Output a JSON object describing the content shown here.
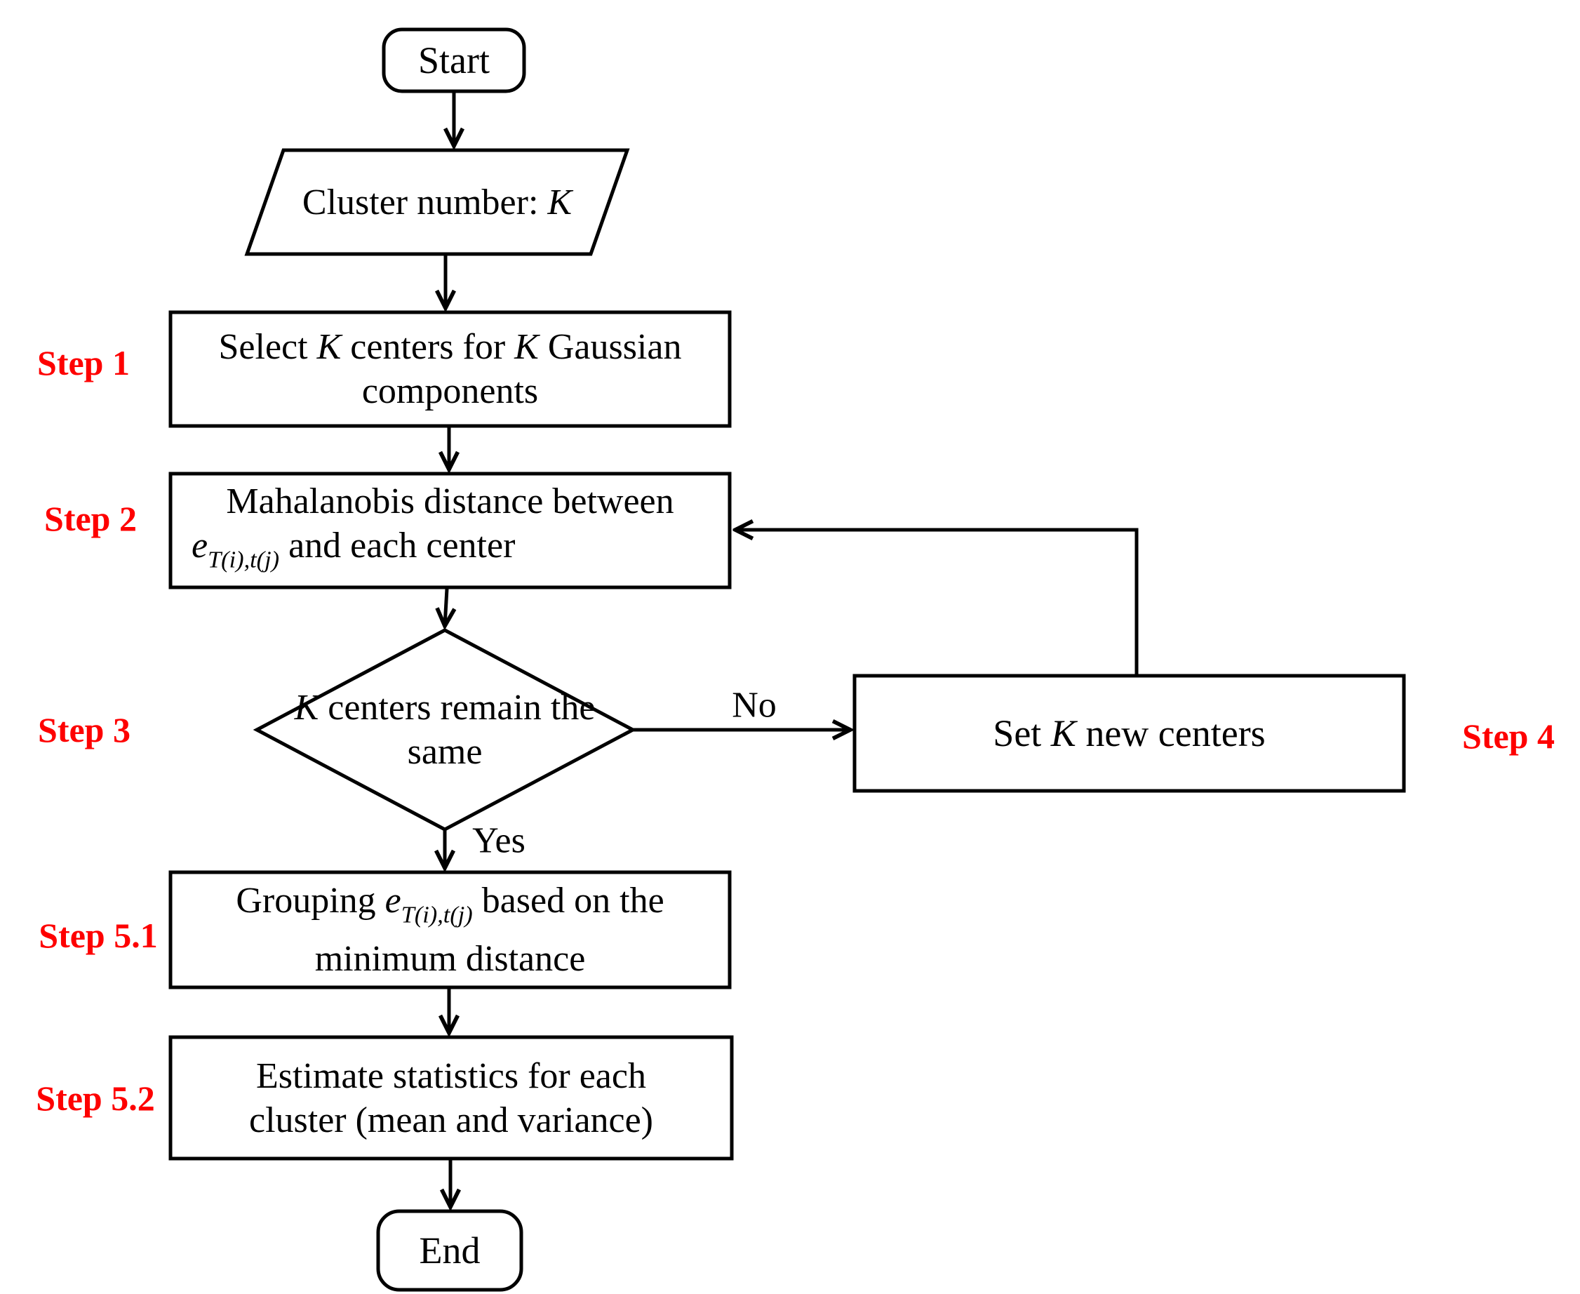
{
  "colors": {
    "ink": "#000000",
    "step_label": "#fe0000",
    "background": "#ffffff"
  },
  "nodes": {
    "start": {
      "label": "Start"
    },
    "input": {
      "parts": [
        "Cluster number: ",
        "K"
      ]
    },
    "step1": {
      "line1": [
        "Select ",
        "K",
        " centers for ",
        "K",
        " Gaussian"
      ],
      "line2": "components"
    },
    "step2": {
      "line1": "Mahalanobis distance between",
      "line2": {
        "var": "e",
        "sub": "T(i),t(j)",
        "rest": " and each center"
      }
    },
    "decision": {
      "line1": [
        "K",
        " centers remain the"
      ],
      "line2": "same"
    },
    "step4": {
      "parts": [
        "Set ",
        "K",
        " new centers"
      ]
    },
    "step51": {
      "line1": {
        "pre": "Grouping ",
        "var": "e",
        "sub": "T(i),t(j)",
        "post": " based on the"
      },
      "line2": "minimum distance"
    },
    "step52": {
      "line1": "Estimate statistics for each",
      "line2": "cluster (mean and variance)"
    },
    "end": {
      "label": "End"
    }
  },
  "step_labels": {
    "s1": "Step 1",
    "s2": "Step 2",
    "s3": "Step 3",
    "s4": "Step 4",
    "s51": "Step 5.1",
    "s52": "Step 5.2"
  },
  "edge_labels": {
    "no": "No",
    "yes": "Yes"
  }
}
